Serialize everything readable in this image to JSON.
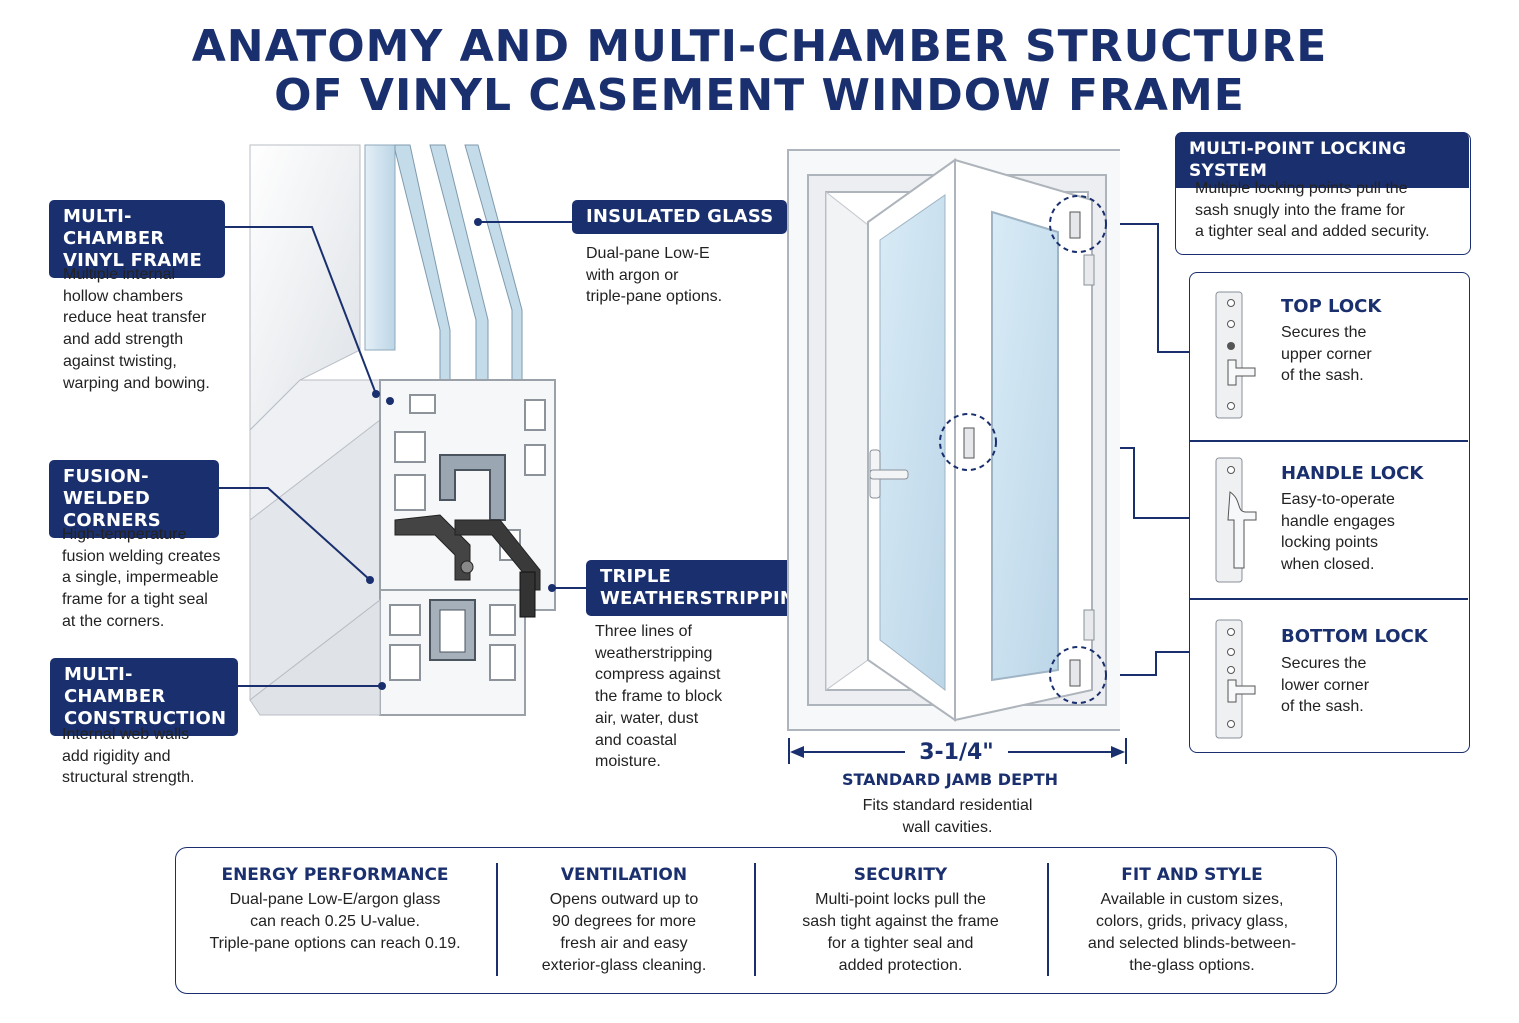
{
  "title": {
    "line1": "ANATOMY AND MULTI-CHAMBER STRUCTURE",
    "line2": "OF VINYL CASEMENT WINDOW FRAME"
  },
  "callouts": {
    "multi_chamber_frame": {
      "label_line1": "MULTI-CHAMBER",
      "label_line2": "VINYL FRAME",
      "text": [
        "Multiple internal",
        "hollow chambers",
        "reduce heat transfer",
        "and add strength",
        "against twisting,",
        "warping and bowing."
      ]
    },
    "fusion_welded": {
      "label_line1": "FUSION-WELDED",
      "label_line2": "CORNERS",
      "text": [
        "High-temperature",
        "fusion welding creates",
        "a single, impermeable",
        "frame for a tight seal",
        "at the corners."
      ]
    },
    "multi_chamber_construction": {
      "label_line1": "MULTI-CHAMBER",
      "label_line2": "CONSTRUCTION",
      "text": [
        "Internal web walls",
        "add rigidity and",
        "structural strength."
      ]
    },
    "insulated_glass": {
      "label_line1": "INSULATED GLASS",
      "text": [
        "Dual-pane Low-E",
        "with argon or",
        "triple-pane options."
      ]
    },
    "triple_weatherstripping": {
      "label_line1": "TRIPLE",
      "label_line2": "WEATHERSTRIPPING",
      "text": [
        "Three lines of",
        "weatherstripping",
        "compress against",
        "the frame to block",
        "air, water, dust",
        "and coastal",
        "moisture."
      ]
    }
  },
  "locking_system": {
    "label": "MULTI-POINT LOCKING SYSTEM",
    "text": [
      "Multiple locking points pull the",
      "sash snugly into the frame for",
      "a tighter seal and added security."
    ],
    "locks": [
      {
        "name": "TOP LOCK",
        "text": [
          "Secures the",
          "upper corner",
          "of the sash."
        ]
      },
      {
        "name": "HANDLE LOCK",
        "text": [
          "Easy-to-operate",
          "handle engages",
          "locking points",
          "when closed."
        ]
      },
      {
        "name": "BOTTOM LOCK",
        "text": [
          "Secures the",
          "lower corner",
          "of the sash."
        ]
      }
    ]
  },
  "jamb": {
    "dimension": "3-1/4\"",
    "label": "STANDARD JAMB DEPTH",
    "text": [
      "Fits standard residential",
      "wall cavities."
    ]
  },
  "features": [
    {
      "heading": "ENERGY PERFORMANCE",
      "text": [
        "Dual-pane Low-E/argon glass",
        "can reach 0.25 U-value.",
        "Triple-pane options can reach 0.19."
      ]
    },
    {
      "heading": "VENTILATION",
      "text": [
        "Opens outward up to",
        "90 degrees for more",
        "fresh air and easy",
        "exterior-glass cleaning."
      ]
    },
    {
      "heading": "SECURITY",
      "text": [
        "Multi-point locks pull the",
        "sash tight against the frame",
        "for a tighter seal and",
        "added protection."
      ]
    },
    {
      "heading": "FIT AND STYLE",
      "text": [
        "Available in custom sizes,",
        "colors, grids, privacy glass,",
        "and selected blinds-between-",
        "the-glass options."
      ]
    }
  ],
  "colors": {
    "navy": "#1a2f6e",
    "glass": "#cfe4f2",
    "frame_grey": "#d9dde2"
  }
}
